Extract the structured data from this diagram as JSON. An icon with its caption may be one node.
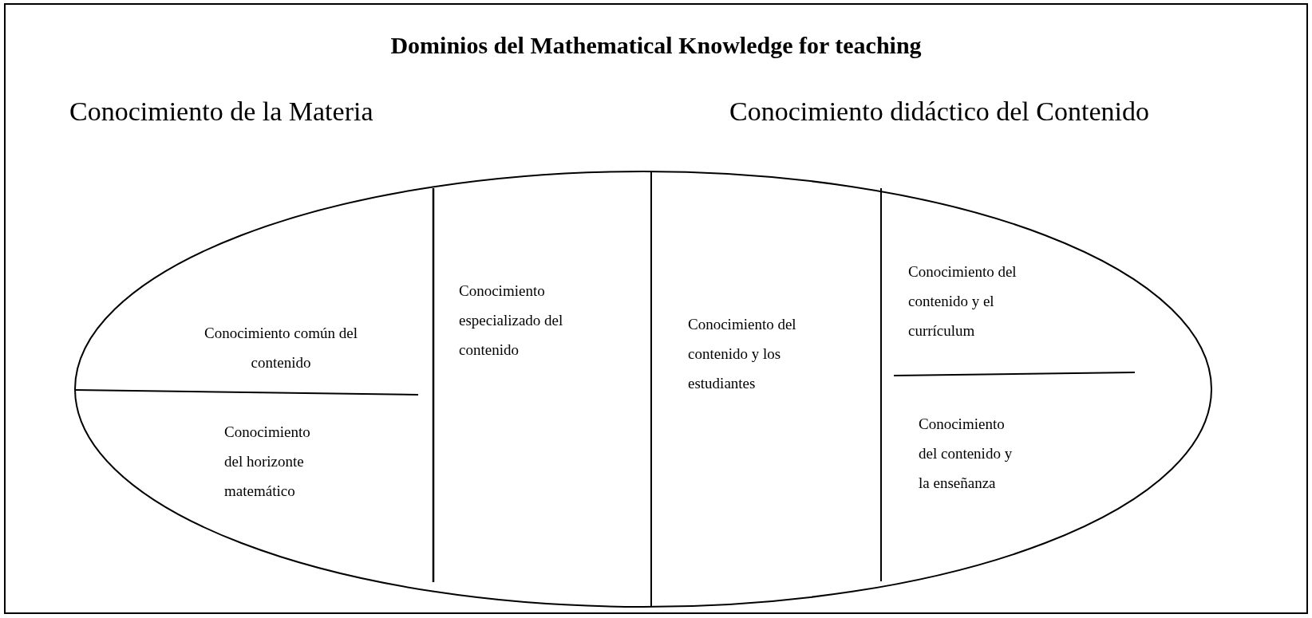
{
  "diagram": {
    "title": "Dominios del Mathematical Knowledge for teaching",
    "nodes": [
      {
        "text": [],
        "shape": "ellipse"
      },
      {
        "text": [
          "Conocimiento común del contenido"
        ],
        "in": 0
      },
      {
        "text": [
          "Conocimiento del horizonte matemático"
        ],
        "in": 0
      },
      {
        "text": [
          "Conocimiento especializado del contenido"
        ],
        "in": 0
      },
      {
        "text": [
          "Conocimiento del contenido y los estudiantes"
        ],
        "in": 0
      },
      {
        "text": [
          "Conocimiento del contenido y el currículum"
        ],
        "in": 0
      },
      {
        "text": [
          "Conocimiento del contenido y la enseñanza"
        ],
        "in": 0
      }
    ],
    "edges": [],
    "labels": [
      "Conocimiento de la Materia",
      "Conocimiento didáctico del Contenido"
    ]
  }
}
